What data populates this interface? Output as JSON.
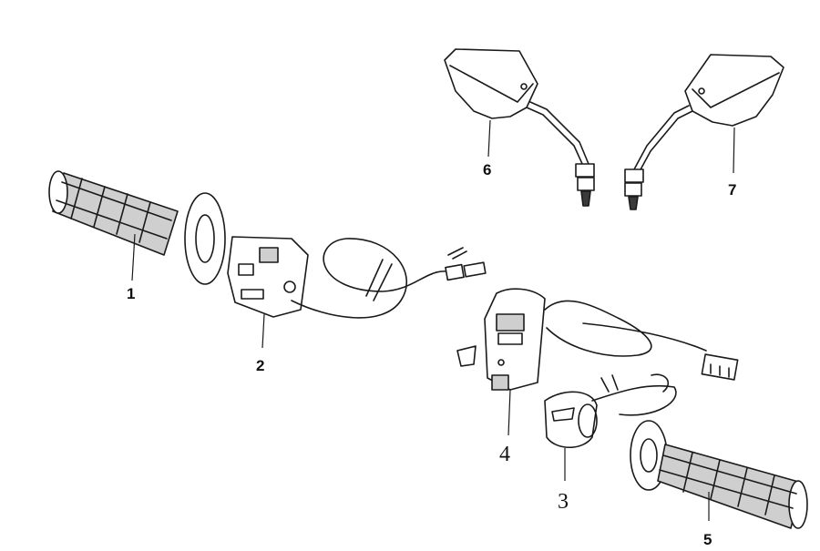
{
  "diagram": {
    "callouts": [
      {
        "id": "grip-left",
        "label": "1"
      },
      {
        "id": "switch-left",
        "label": "2"
      },
      {
        "id": "throttle-housing",
        "label": "3"
      },
      {
        "id": "switch-right",
        "label": "4"
      },
      {
        "id": "grip-right",
        "label": "5"
      },
      {
        "id": "mirror-left",
        "label": "6"
      },
      {
        "id": "mirror-right",
        "label": "7"
      }
    ]
  }
}
